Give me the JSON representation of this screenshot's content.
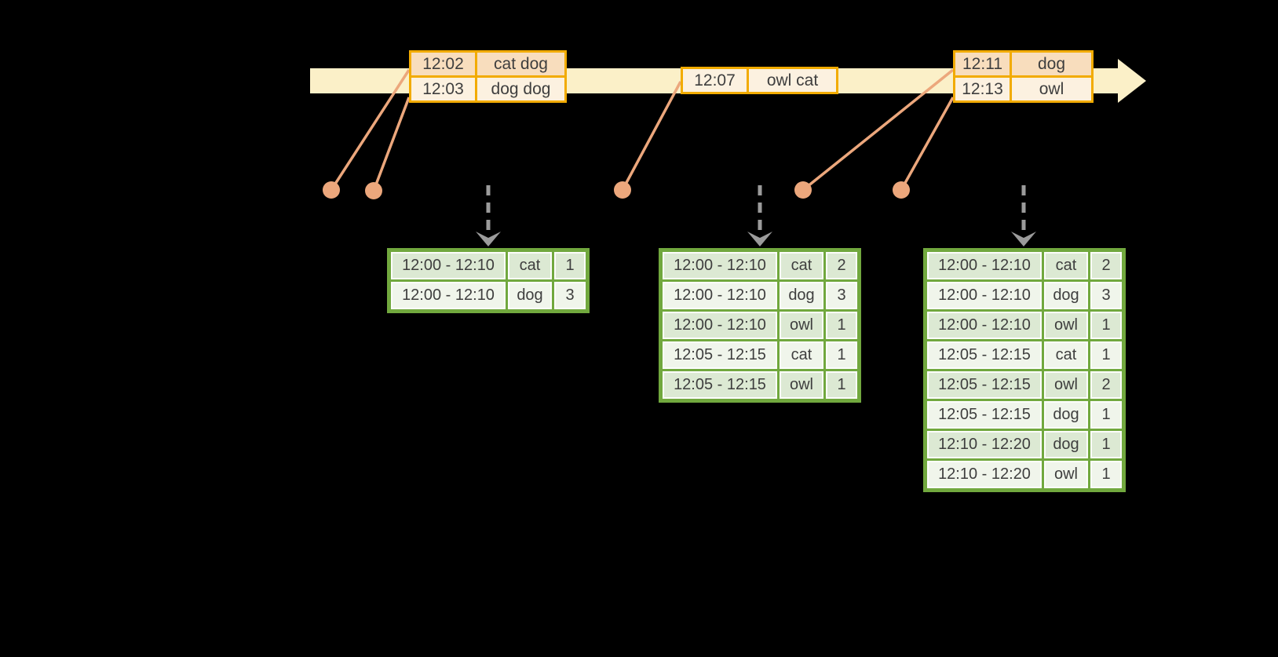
{
  "colors": {
    "background": "#000000",
    "timeline_fill": "#FBF0C8",
    "event_table_border": "#F2AB00",
    "event_row_dark": "#F8DDBD",
    "event_row_light": "#FCF1E0",
    "connector_salmon": "#ECA77C",
    "trigger_arrow_gray": "#9B9B9B",
    "result_table_border": "#71A83E",
    "result_row_shaded": "#DCE9D3",
    "result_row_light": "#F0F5EB",
    "text": "#3E3E3E"
  },
  "event_tables": [
    {
      "rows": [
        {
          "time": "12:02",
          "words": "cat dog"
        },
        {
          "time": "12:03",
          "words": "dog dog"
        }
      ]
    },
    {
      "rows": [
        {
          "time": "12:07",
          "words": "owl cat"
        }
      ]
    },
    {
      "rows": [
        {
          "time": "12:11",
          "words": "dog"
        },
        {
          "time": "12:13",
          "words": "owl"
        }
      ]
    }
  ],
  "result_tables": [
    {
      "rows": [
        [
          "12:00 - 12:10",
          "cat",
          "1"
        ],
        [
          "12:00 - 12:10",
          "dog",
          "3"
        ]
      ]
    },
    {
      "rows": [
        [
          "12:00 - 12:10",
          "cat",
          "2"
        ],
        [
          "12:00 - 12:10",
          "dog",
          "3"
        ],
        [
          "12:00 - 12:10",
          "owl",
          "1"
        ],
        [
          "12:05 - 12:15",
          "cat",
          "1"
        ],
        [
          "12:05 - 12:15",
          "owl",
          "1"
        ]
      ]
    },
    {
      "rows": [
        [
          "12:00 - 12:10",
          "cat",
          "2"
        ],
        [
          "12:00 - 12:10",
          "dog",
          "3"
        ],
        [
          "12:00 - 12:10",
          "owl",
          "1"
        ],
        [
          "12:05 - 12:15",
          "cat",
          "1"
        ],
        [
          "12:05 - 12:15",
          "owl",
          "2"
        ],
        [
          "12:05 - 12:15",
          "dog",
          "1"
        ],
        [
          "12:10 - 12:20",
          "dog",
          "1"
        ],
        [
          "12:10 - 12:20",
          "owl",
          "1"
        ]
      ]
    }
  ]
}
